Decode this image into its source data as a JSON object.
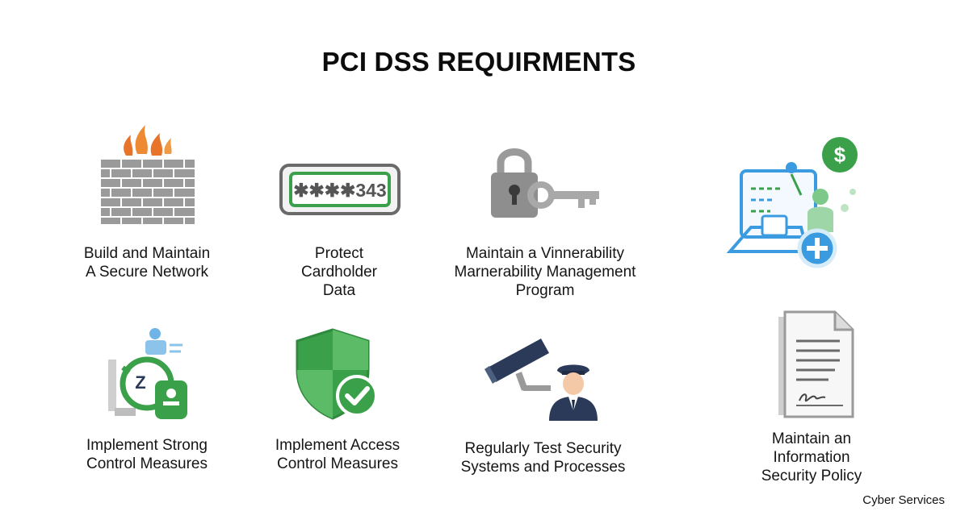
{
  "title": "PCI DSS REQUIRMENTS",
  "items": [
    {
      "label": "Build and Maintain\nA Secure Network",
      "icon": "firewall-icon"
    },
    {
      "label": "Protect\nCardholder\nData",
      "icon": "masked-card-number-icon",
      "masked_text": "✱✱✱✱343"
    },
    {
      "label": "Maintain a Vinnerability\nMarnerability Management\nProgram",
      "icon": "lock-and-key-icon"
    },
    {
      "label": "",
      "icon": "monitoring-payment-icon",
      "currency_symbol": "$"
    },
    {
      "label": "Implement Strong\nControl Measures",
      "icon": "secure-device-icon"
    },
    {
      "label": "Implement Access\nControl Measures",
      "icon": "shield-check-icon"
    },
    {
      "label": "Regularly Test Security\nSystems and Processes",
      "icon": "camera-guard-icon"
    },
    {
      "label": "Maintain an\nInformation\nSecurity Policy",
      "icon": "policy-document-icon"
    }
  ],
  "footer": "Cyber Services",
  "colors": {
    "green": "#3aa14a",
    "blue": "#3b9be0",
    "navy": "#2a3a58",
    "gray": "#8e8e8e",
    "flame": "#e8742a"
  }
}
